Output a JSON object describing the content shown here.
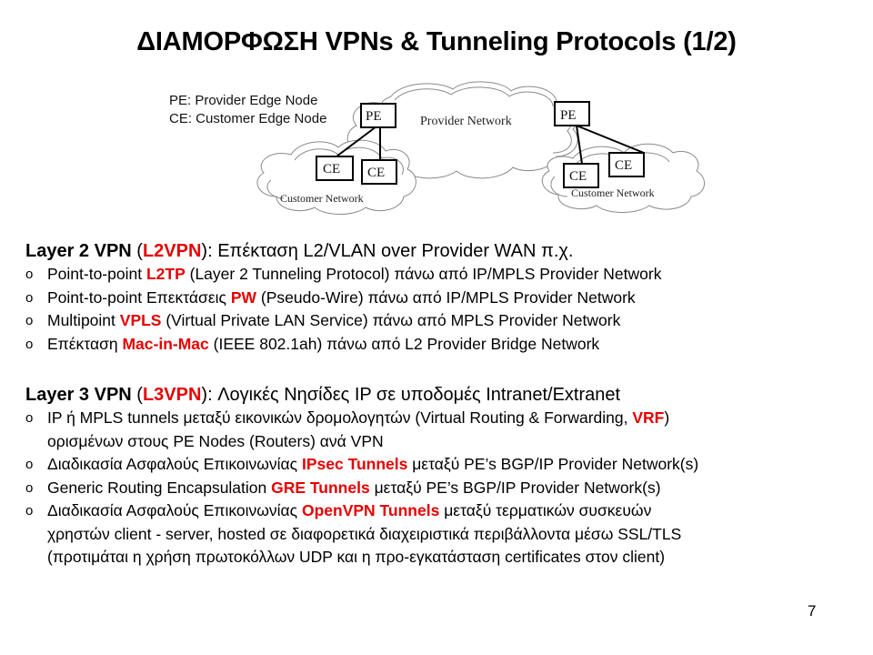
{
  "slide": {
    "title": "ΔΙΑΜΟΡΦΩΣΗ VPNs & Tunneling Protocols (1/2)",
    "page_number": "7"
  },
  "diagram": {
    "legend": [
      "PE: Provider Edge Node",
      "CE: Customer Edge Node"
    ],
    "provider_network_label": "Provider Network",
    "customer_network_left_label": "Customer Network",
    "customer_network_right_label": "Customer Network",
    "pe_left_label": "PE",
    "pe_right_label": "PE",
    "ce_left_1_label": "CE",
    "ce_left_2_label": "CE",
    "ce_right_1_label": "CE",
    "ce_right_2_label": "CE"
  },
  "layer2": {
    "heading_prefix": "Layer 2 VPN",
    "heading_open": " (",
    "heading_highlight": "L2VPN",
    "heading_suffix": "): Επέκταση L2/VLAN over Provider WAN π.χ.",
    "bullet_glyph": "o",
    "items": [
      {
        "pre": "Point-to-point ",
        "hl": "L2TP",
        "post": " (Layer 2 Tunneling Protocol) πάνω από IP/MPLS Provider Network"
      },
      {
        "pre": "Point-to-point Επεκτάσεις ",
        "hl": "PW",
        "post": " (Pseudo-Wire) πάνω από IP/MPLS Provider Network"
      },
      {
        "pre": "Multipoint ",
        "hl": "VPLS",
        "post": " (Virtual Private LAN Service) πάνω από MPLS Provider Network"
      },
      {
        "pre": "Επέκταση ",
        "hl": "Mac-in-Mac",
        "post": " (IEEE 802.1ah) πάνω από L2 Provider Bridge Network"
      }
    ]
  },
  "layer3": {
    "heading_prefix": "Layer 3 VPN",
    "heading_open": " (",
    "heading_highlight": "L3VPN",
    "heading_suffix": "): Λογικές Νησίδες IP σε υποδομές Intranet/Extranet",
    "bullet_glyph": "o",
    "items": [
      {
        "pre": "IP ή MPLS tunnels μεταξύ εικονικών δρομολογητών (Virtual Routing & Forwarding, ",
        "hl": "VRF",
        "post": ")",
        "cont": [
          "ορισμένων στους PE Nodes (Routers) ανά VPN"
        ]
      },
      {
        "pre": "Διαδικασία Ασφαλούς Επικοινωνίας ",
        "hl": "IPsec Tunnels",
        "post": " μεταξύ PE’s BGP/IP Provider Network(s)"
      },
      {
        "pre": "Generic Routing Encapsulation ",
        "hl": "GRE Tunnels",
        "post": " μεταξύ PE’s BGP/IP Provider Network(s)"
      },
      {
        "pre": "Διαδικασία Ασφαλούς Επικοινωνίας ",
        "hl": "OpenVPN Tunnels",
        "post": " μεταξύ τερματικών συσκευών",
        "cont": [
          "χρηστών client - server, hosted σε διαφορετικά διαχειριστικά περιβάλλοντα μέσω SSL/TLS",
          "(προτιμάται η χρήση πρωτοκόλλων UDP και η προ-εγκατάσταση certificates στον client)"
        ]
      }
    ]
  },
  "colors": {
    "highlight": "#e60000",
    "text": "#000000",
    "cloud_stroke": "#8a8a8a"
  }
}
